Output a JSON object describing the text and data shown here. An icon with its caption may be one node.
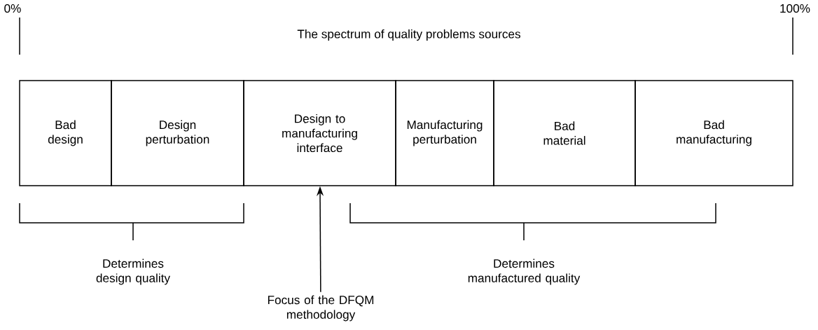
{
  "diagram": {
    "title": "The spectrum of quality problems sources",
    "nodes": [
      {
        "text": [
          "Bad design"
        ]
      },
      {
        "text": [
          "Design perturbation"
        ]
      },
      {
        "text": [
          "Design to manufacturing interface"
        ]
      },
      {
        "text": [
          "Manufacturing perturbation"
        ]
      },
      {
        "text": [
          "Bad material"
        ]
      },
      {
        "text": [
          "Bad manufacturing"
        ]
      },
      {
        "text": [
          "Focus of the DFQM methodology"
        ]
      }
    ],
    "edges": [
      {
        "from": 6,
        "to": 2,
        "arrow": "to"
      }
    ],
    "labels": [
      "0%",
      "100%",
      "Determines design quality",
      "Determines manufactured quality"
    ]
  }
}
